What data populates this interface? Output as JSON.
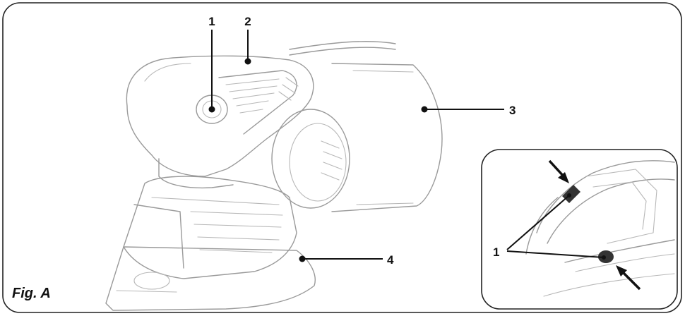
{
  "figure": {
    "label": "Fig. A",
    "callouts": {
      "c1": "1",
      "c2": "2",
      "c3": "3",
      "c4": "4",
      "inset": "1"
    }
  }
}
